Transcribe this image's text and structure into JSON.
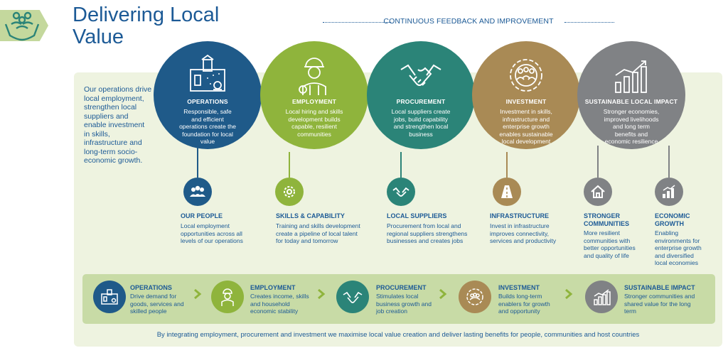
{
  "header": {
    "title_line1": "Delivering Local",
    "title_line2": "Value",
    "feedback": "CONTINUOUS FEEDBACK AND IMPROVEMENT"
  },
  "intro": "Our operations drive local employment, strengthen local suppliers and enable investment in skills, infrastructure and long-term socio-economic growth.",
  "colors": {
    "navy": "#1c5a96",
    "operations": "#1f5a89",
    "employment": "#8fb43c",
    "procurement": "#2b8478",
    "investment": "#a98a55",
    "impact": "#808285",
    "panel": "#eef3e0",
    "band": "#c8dba6"
  },
  "pillars": [
    {
      "title": "OPERATIONS",
      "desc": "Responsible, safe and efficient operations create the foundation for local value",
      "icon": "mine-site-icon"
    },
    {
      "title": "EMPLOYMENT",
      "desc": "Local hiring and skills development builds capable, resilient communities",
      "icon": "worker-icon"
    },
    {
      "title": "PROCUREMENT",
      "desc": "Local suppliers create jobs, build capability and strengthen local business",
      "icon": "handshake-icon"
    },
    {
      "title": "INVESTMENT",
      "desc": "Investment in skills, infrastructure and enterprise growth enables sustainable local development",
      "icon": "community-gear-icon"
    },
    {
      "title": "SUSTAINABLE LOCAL IMPACT",
      "desc": "Stronger economies, improved livelihoods and long term benefits and economic resilience",
      "icon": "growth-chart-icon"
    }
  ],
  "outcomes": [
    {
      "title": "OUR PEOPLE",
      "desc": "Local employment opportunities across all levels of our operations",
      "icon": "people-icon"
    },
    {
      "title": "SKILLS & CAPABILITY",
      "desc": "Training and skills development create a pipeline of local talent for today and tomorrow",
      "icon": "skills-gear-icon"
    },
    {
      "title": "LOCAL SUPPLIERS",
      "desc": "Procurement from local and regional suppliers strengthens businesses and creates jobs",
      "icon": "handshake-icon"
    },
    {
      "title": "INFRASTRUCTURE",
      "desc": "Invest in infrastructure improves connectivity, services and productivity",
      "icon": "road-icon"
    },
    {
      "title": "STRONGER COMMUNITIES",
      "desc": "More resilient communities with better opportunities and quality of life",
      "icon": "house-icon"
    },
    {
      "title": "ECONOMIC GROWTH",
      "desc": "Enabling environments for enterprise growth and diversified local economies",
      "icon": "bar-growth-icon"
    }
  ],
  "flow": [
    {
      "title": "OPERATIONS",
      "desc": "Drive demand for goods, services and skilled people"
    },
    {
      "title": "EMPLOYMENT",
      "desc": "Creates income, skills and household economic stability"
    },
    {
      "title": "PROCUREMENT",
      "desc": "Stimulates local business growth and job creation"
    },
    {
      "title": "INVESTMENT",
      "desc": "Builds long-term enablers for growth and opportunity"
    },
    {
      "title": "SUSTAINABLE IMPACT",
      "desc": "Stronger communities and shared value for the long term"
    }
  ],
  "footer": "By integrating employment, procurement and investment we maximise local value creation and deliver lasting benefits for people, communities and host countries"
}
